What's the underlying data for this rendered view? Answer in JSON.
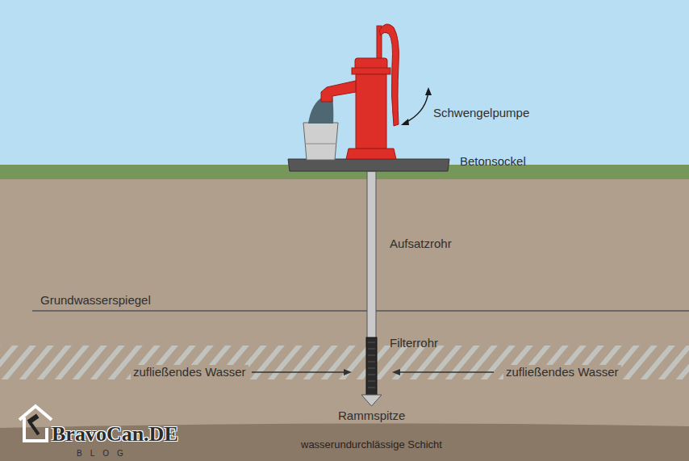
{
  "diagram": {
    "labels": [
      "Schwengelpumpe",
      "Betonsockel",
      "Aufsatzrohr",
      "Grundwasserspiegel",
      "Filterrohr",
      "zufließendes Wasser",
      "zufließendes Wasser",
      "Rammspitze",
      "wasserundurchlässige Schicht",
      "BravoCan.DE",
      "BLOG"
    ]
  }
}
